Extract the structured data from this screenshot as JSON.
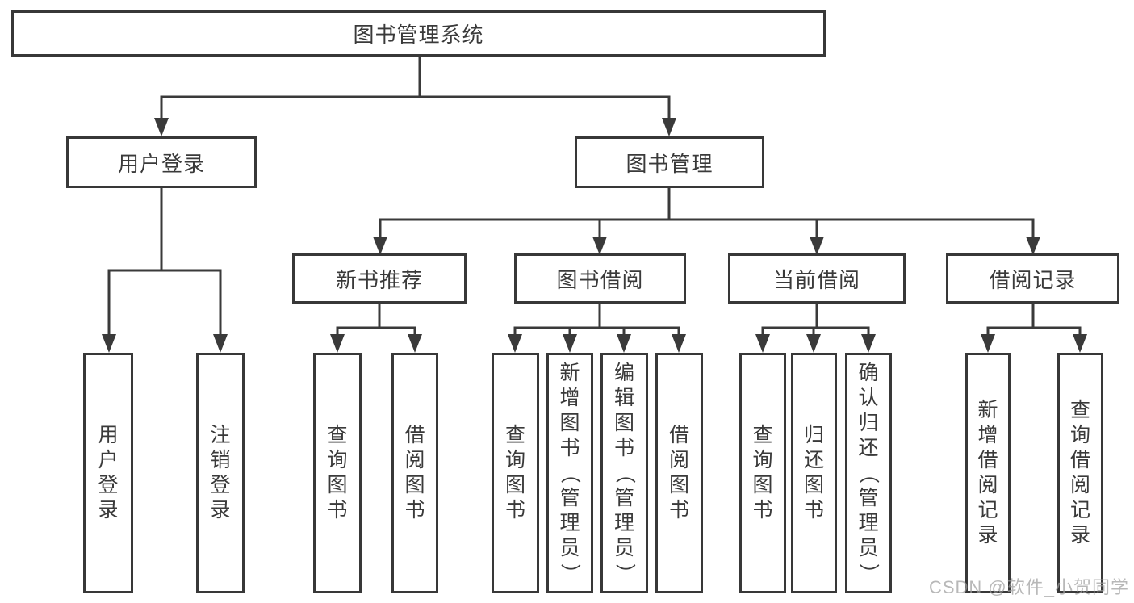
{
  "colors": {
    "line": "#3a3a3a",
    "border": "#383838",
    "text": "#3a3a3a",
    "box_background": "#ffffff",
    "watermark": "#9d9d9d"
  },
  "tree": {
    "root": {
      "label": "图书管理系统",
      "children": [
        {
          "label": "用户登录",
          "children": [
            {
              "label": "用户登录"
            },
            {
              "label": "注销登录"
            }
          ]
        },
        {
          "label": "图书管理",
          "children": [
            {
              "label": "新书推荐",
              "children": [
                {
                  "label": "查询图书"
                },
                {
                  "label": "借阅图书"
                }
              ]
            },
            {
              "label": "图书借阅",
              "children": [
                {
                  "label": "查询图书"
                },
                {
                  "label": "新增图书（管理员）"
                },
                {
                  "label": "编辑图书（管理员）"
                },
                {
                  "label": "借阅图书"
                }
              ]
            },
            {
              "label": "当前借阅",
              "children": [
                {
                  "label": "查询图书"
                },
                {
                  "label": "归还图书"
                },
                {
                  "label": "确认归还（管理员）"
                }
              ]
            },
            {
              "label": "借阅记录",
              "children": [
                {
                  "label": "新增借阅记录"
                },
                {
                  "label": "查询借阅记录"
                }
              ]
            }
          ]
        }
      ]
    }
  },
  "watermark": {
    "text": "CSDN @软件_小贺同学"
  }
}
